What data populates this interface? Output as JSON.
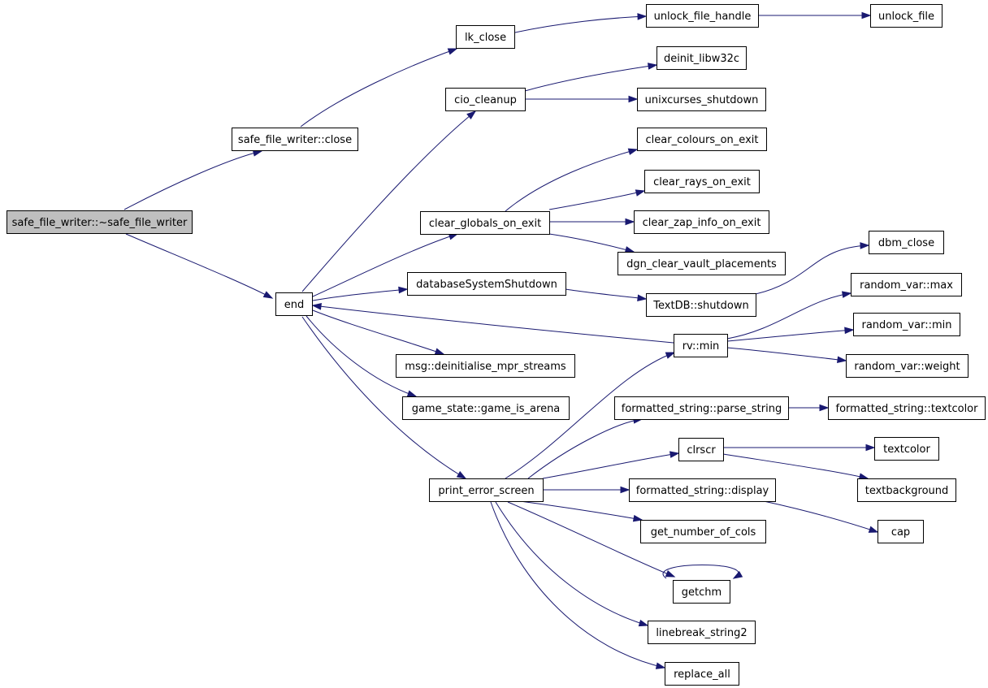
{
  "graph": {
    "colors": {
      "edge": "#191970",
      "root_fill": "#bfbfbf",
      "node_fill": "#ffffff",
      "border": "#000000"
    },
    "nodes": [
      {
        "id": "root",
        "label": "safe_file_writer::~safe_file_writer",
        "root": true
      },
      {
        "id": "sfw_close",
        "label": "safe_file_writer::close"
      },
      {
        "id": "lk_close",
        "label": "lk_close"
      },
      {
        "id": "unlock_file_handle",
        "label": "unlock_file_handle"
      },
      {
        "id": "unlock_file",
        "label": "unlock_file"
      },
      {
        "id": "end",
        "label": "end"
      },
      {
        "id": "cio_cleanup",
        "label": "cio_cleanup"
      },
      {
        "id": "deinit_libw32c",
        "label": "deinit_libw32c"
      },
      {
        "id": "unixcurses_shutdown",
        "label": "unixcurses_shutdown"
      },
      {
        "id": "clear_globals_on_exit",
        "label": "clear_globals_on_exit"
      },
      {
        "id": "clear_colours_on_exit",
        "label": "clear_colours_on_exit"
      },
      {
        "id": "clear_rays_on_exit",
        "label": "clear_rays_on_exit"
      },
      {
        "id": "clear_zap_info_on_exit",
        "label": "clear_zap_info_on_exit"
      },
      {
        "id": "dgn_clear_vault_placements",
        "label": "dgn_clear_vault_placements"
      },
      {
        "id": "databaseSystemShutdown",
        "label": "databaseSystemShutdown"
      },
      {
        "id": "textdb_shutdown",
        "label": "TextDB::shutdown"
      },
      {
        "id": "dbm_close",
        "label": "dbm_close"
      },
      {
        "id": "msg_deinit",
        "label": "msg::deinitialise_mpr_streams"
      },
      {
        "id": "game_is_arena",
        "label": "game_state::game_is_arena"
      },
      {
        "id": "print_error_screen",
        "label": "print_error_screen"
      },
      {
        "id": "rv_min",
        "label": "rv::min"
      },
      {
        "id": "rv_max",
        "label": "random_var::max"
      },
      {
        "id": "rvar_min",
        "label": "random_var::min"
      },
      {
        "id": "rv_weight",
        "label": "random_var::weight"
      },
      {
        "id": "parse_string",
        "label": "formatted_string::parse_string"
      },
      {
        "id": "fs_textcolor",
        "label": "formatted_string::textcolor"
      },
      {
        "id": "clrscr",
        "label": "clrscr"
      },
      {
        "id": "textcolor",
        "label": "textcolor"
      },
      {
        "id": "textbackground",
        "label": "textbackground"
      },
      {
        "id": "fs_display",
        "label": "formatted_string::display"
      },
      {
        "id": "cap",
        "label": "cap"
      },
      {
        "id": "get_number_of_cols",
        "label": "get_number_of_cols"
      },
      {
        "id": "getchm",
        "label": "getchm"
      },
      {
        "id": "linebreak_string2",
        "label": "linebreak_string2"
      },
      {
        "id": "replace_all",
        "label": "replace_all"
      }
    ],
    "edges": [
      [
        "root",
        "sfw_close"
      ],
      [
        "root",
        "end"
      ],
      [
        "sfw_close",
        "lk_close"
      ],
      [
        "lk_close",
        "unlock_file_handle"
      ],
      [
        "unlock_file_handle",
        "unlock_file"
      ],
      [
        "end",
        "cio_cleanup"
      ],
      [
        "end",
        "clear_globals_on_exit"
      ],
      [
        "end",
        "databaseSystemShutdown"
      ],
      [
        "end",
        "msg_deinit"
      ],
      [
        "end",
        "game_is_arena"
      ],
      [
        "end",
        "print_error_screen"
      ],
      [
        "cio_cleanup",
        "deinit_libw32c"
      ],
      [
        "cio_cleanup",
        "unixcurses_shutdown"
      ],
      [
        "clear_globals_on_exit",
        "clear_colours_on_exit"
      ],
      [
        "clear_globals_on_exit",
        "clear_rays_on_exit"
      ],
      [
        "clear_globals_on_exit",
        "clear_zap_info_on_exit"
      ],
      [
        "clear_globals_on_exit",
        "dgn_clear_vault_placements"
      ],
      [
        "databaseSystemShutdown",
        "textdb_shutdown"
      ],
      [
        "textdb_shutdown",
        "dbm_close"
      ],
      [
        "rv_min",
        "end"
      ],
      [
        "rv_min",
        "rv_max"
      ],
      [
        "rv_min",
        "rvar_min"
      ],
      [
        "rv_min",
        "rv_weight"
      ],
      [
        "print_error_screen",
        "rv_min"
      ],
      [
        "print_error_screen",
        "parse_string"
      ],
      [
        "print_error_screen",
        "clrscr"
      ],
      [
        "print_error_screen",
        "fs_display"
      ],
      [
        "print_error_screen",
        "get_number_of_cols"
      ],
      [
        "print_error_screen",
        "getchm"
      ],
      [
        "print_error_screen",
        "linebreak_string2"
      ],
      [
        "print_error_screen",
        "replace_all"
      ],
      [
        "parse_string",
        "fs_textcolor"
      ],
      [
        "clrscr",
        "textcolor"
      ],
      [
        "clrscr",
        "textbackground"
      ],
      [
        "fs_display",
        "cap"
      ],
      [
        "getchm",
        "getchm"
      ]
    ]
  }
}
